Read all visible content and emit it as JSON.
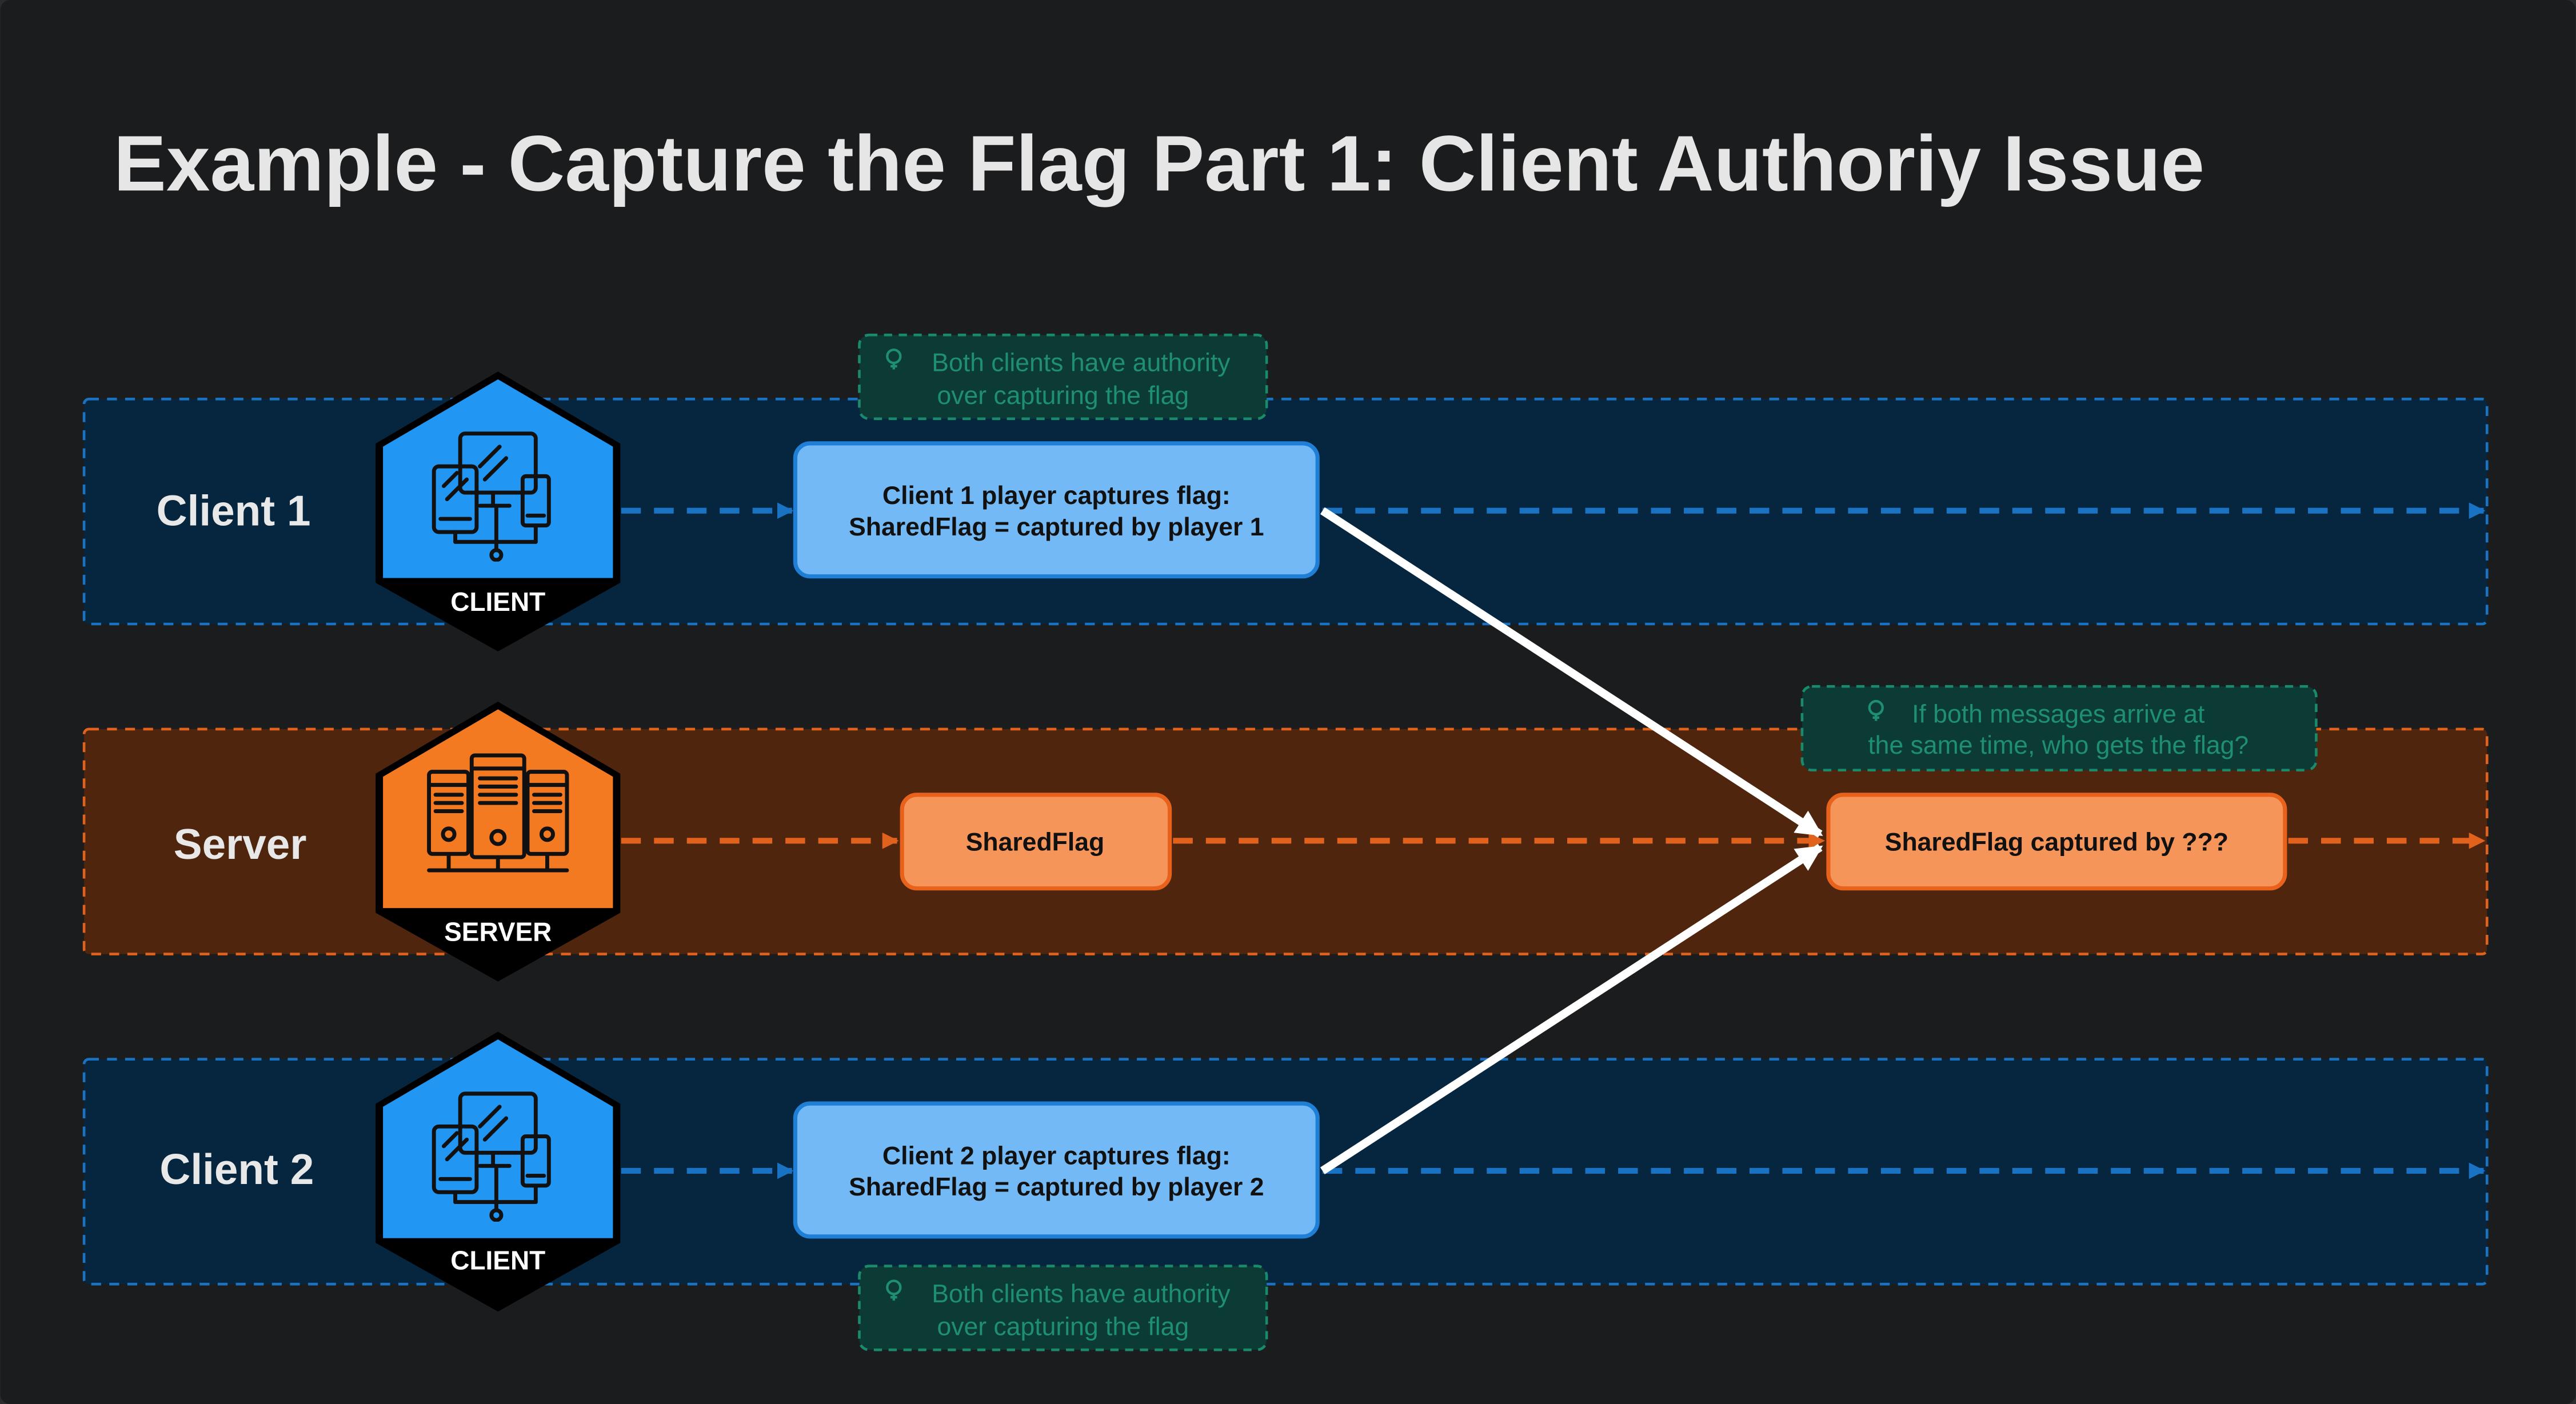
{
  "title": "Example - Capture the Flag Part 1: Client Authoriy Issue",
  "colors": {
    "background": "#1b1c1e",
    "client_lane_fill": "#06263f",
    "client_lane_border": "#1a73c2",
    "server_lane_fill": "#4f250d",
    "server_lane_border": "#e0621d",
    "client_box_fill": "#73b9f5",
    "client_box_border": "#1f7fd6",
    "server_box_fill": "#f6955a",
    "server_box_border": "#e8621c",
    "client_badge": "#2196f3",
    "server_badge": "#f47a22",
    "note_fill": "#0c3a34",
    "note_border": "#1a8a6c",
    "note_text": "#1f8f73",
    "arrow_white": "#ffffff"
  },
  "lanes": {
    "client1": {
      "label": "Client 1",
      "badge_label": "CLIENT",
      "icon": "client-devices-icon"
    },
    "server": {
      "label": "Server",
      "badge_label": "SERVER",
      "icon": "server-rack-icon"
    },
    "client2": {
      "label": "Client 2",
      "badge_label": "CLIENT",
      "icon": "client-devices-icon"
    }
  },
  "boxes": {
    "client1_capture": {
      "lines": [
        "Client 1 player captures flag:",
        "SharedFlag = captured by player 1"
      ]
    },
    "server_flag": {
      "lines": [
        "SharedFlag"
      ]
    },
    "server_result": {
      "lines": [
        "SharedFlag captured by ???"
      ]
    },
    "client2_capture": {
      "lines": [
        "Client 2 player captures flag:",
        "SharedFlag = captured by player 2"
      ]
    }
  },
  "notes": {
    "top": {
      "icon": "lightbulb-icon",
      "lines": [
        "Both clients have authority",
        "over capturing the flag"
      ]
    },
    "middle": {
      "icon": "lightbulb-icon",
      "lines": [
        "If both messages arrive at",
        "the same time, who gets the flag?"
      ]
    },
    "bottom": {
      "icon": "lightbulb-icon",
      "lines": [
        "Both clients have authority",
        "over capturing the flag"
      ]
    }
  }
}
